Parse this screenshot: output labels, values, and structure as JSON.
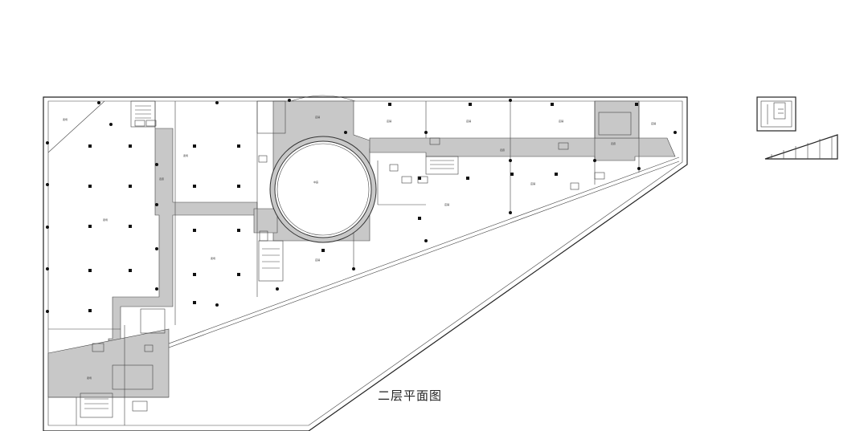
{
  "caption": "二层平面图",
  "corridor_labels": [
    "走廊",
    "走廊",
    "走廊"
  ]
}
